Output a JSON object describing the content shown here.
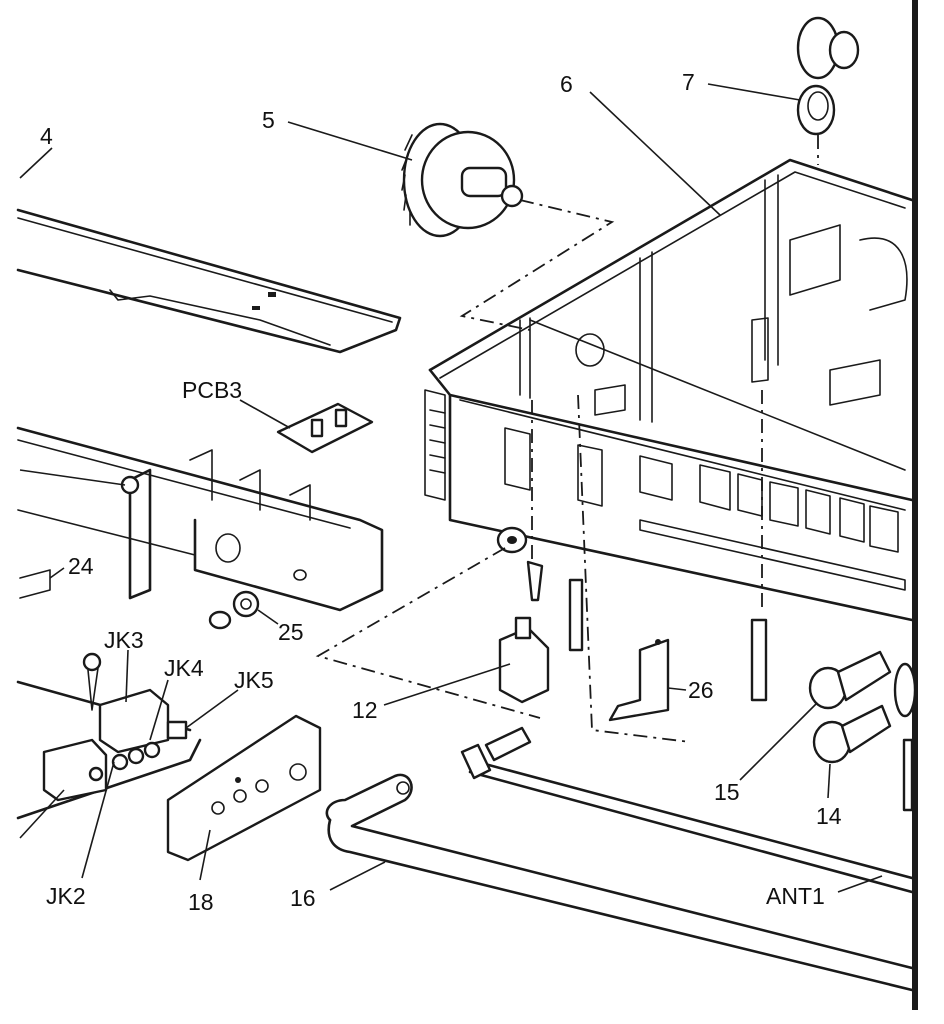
{
  "callouts": {
    "c4": "4",
    "c5": "5",
    "c6": "6",
    "c7": "7",
    "pcb3": "PCB3",
    "c24": "24",
    "c25": "25",
    "jk3": "JK3",
    "jk4": "JK4",
    "jk5": "JK5",
    "c12": "12",
    "c26": "26",
    "c15": "15",
    "c14": "14",
    "jk2": "JK2",
    "c18": "18",
    "c16": "16",
    "ant1": "ANT1"
  },
  "colors": {
    "ink": "#1a1a1a",
    "paper": "#ffffff"
  }
}
